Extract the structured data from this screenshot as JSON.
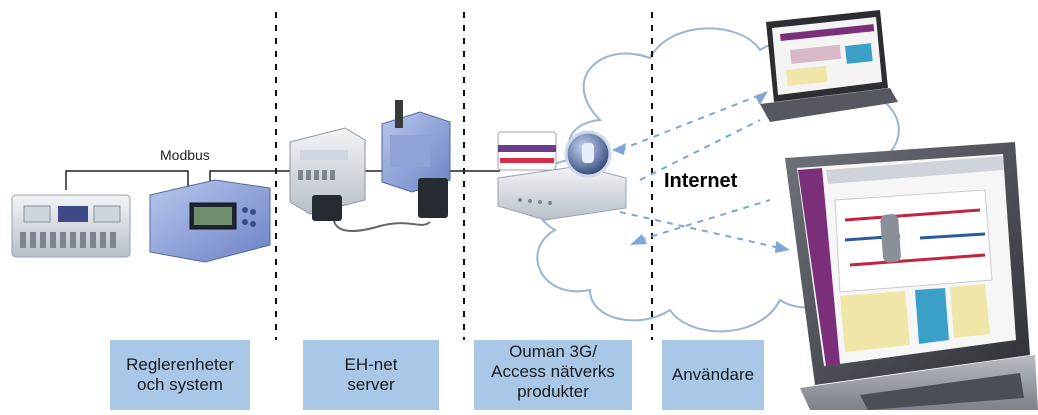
{
  "labels": {
    "modbus": "Modbus",
    "internet": "Internet"
  },
  "zones": [
    {
      "line1": "Reglerenheter",
      "line2": "och system"
    },
    {
      "line1": "EH-net",
      "line2": "server"
    },
    {
      "line1": "Ouman 3G/",
      "line2": "Access nätverks",
      "line3": "produkter"
    },
    {
      "line1": "Användare"
    }
  ],
  "colors": {
    "zone_box": "#a9c8e8",
    "cloud_fill": "#ffffff",
    "cloud_stroke": "#9bb4d6",
    "arrow": "#7fa6d8",
    "screen_purple": "#7b2f7b"
  }
}
